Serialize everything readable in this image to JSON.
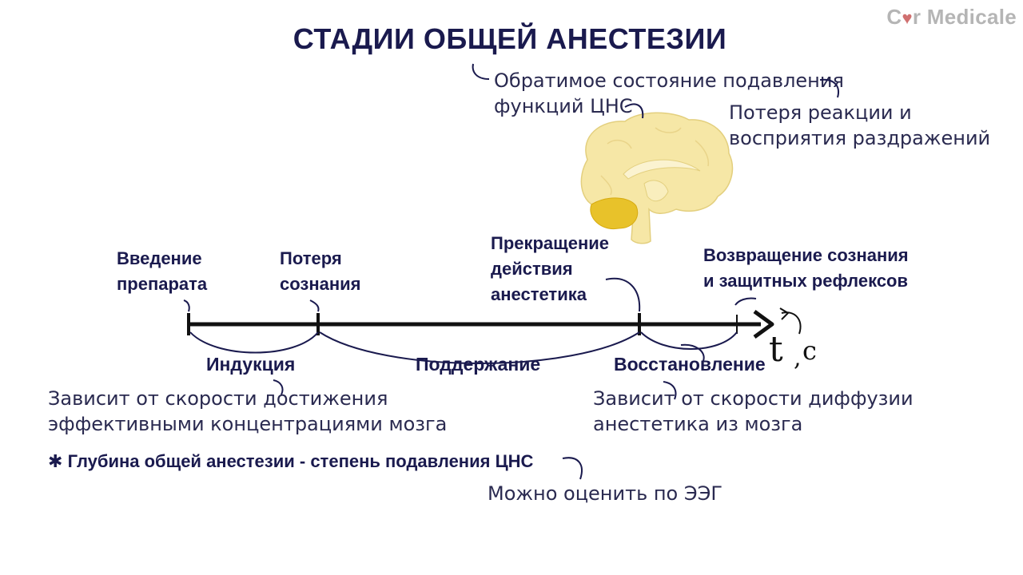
{
  "title": "СТАДИИ ОБЩЕЙ АНЕСТЕЗИИ",
  "logo": {
    "prefix": "C",
    "heart": "♥",
    "suffix": "r Medicale"
  },
  "definition": {
    "line1": "Обратимое состояние подавления",
    "line2": "функций ЦНС"
  },
  "reaction": {
    "line1": "Потеря реакции и",
    "line2": "восприятия раздражений"
  },
  "timeline_events": {
    "administration": {
      "line1": "Введение",
      "line2": "препарата"
    },
    "loss_consciousness": {
      "line1": "Потеря",
      "line2": "сознания"
    },
    "stop_anesthetic": {
      "line1": "Прекращение",
      "line2": "действия",
      "line3": "анестетика"
    },
    "return": {
      "line1": "Возвращение сознания",
      "line2": "и защитных рефлексов"
    }
  },
  "stages": {
    "induction": "Индукция",
    "maintenance": "Поддержание",
    "recovery": "Восстановление"
  },
  "axis_label": {
    "t": "t",
    "c": "c"
  },
  "induction_note": {
    "line1": "Зависит от скорости достижения",
    "line2": "эффективными концентрациями мозга"
  },
  "recovery_note": {
    "line1": "Зависит от скорости диффузии",
    "line2": "анестетика из мозга"
  },
  "footnote": {
    "star": "✱",
    "text": "Глубина общей анестезии - степень подавления ЦНС"
  },
  "eeg_note": "Можно оценить по ЭЭГ",
  "colors": {
    "ink": "#1a1a4e",
    "brain_fill": "#f6e7a6",
    "brain_cerebellum": "#e8c22a",
    "brain_inner": "#fbf3d0",
    "logo": "#b5b5b5"
  }
}
